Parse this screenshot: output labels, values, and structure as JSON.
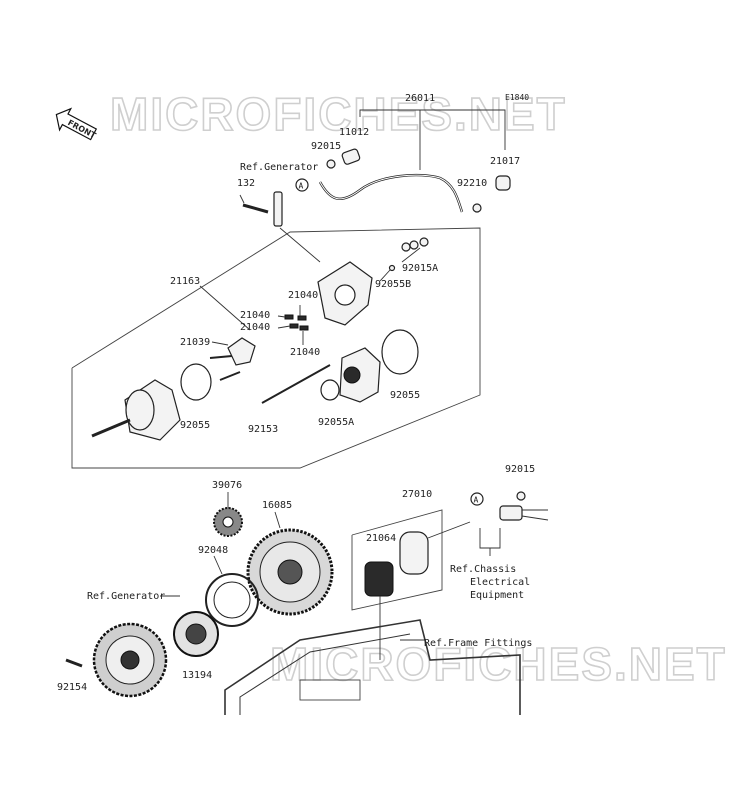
{
  "diagram_code": "E1840",
  "watermark": "MICROFICHES.NET",
  "front_label": "FRONT",
  "callout_letter": "A",
  "labels": {
    "p26011": "26011",
    "p11012": "11012",
    "p92015_top": "92015",
    "p21017": "21017",
    "p92210": "92210",
    "ref_generator_top": "Ref.Generator",
    "p132": "132",
    "p92015A": "92015A",
    "p92055B": "92055B",
    "p21163": "21163",
    "p21040_a": "21040",
    "p21040_b": "21040",
    "p21040_c": "21040",
    "p21040_d": "21040",
    "p21039": "21039",
    "p92055_right": "92055",
    "p92055_left": "92055",
    "p92153": "92153",
    "p92055A": "92055A",
    "p92015_right": "92015",
    "p27010": "27010",
    "p39076": "39076",
    "p16085": "16085",
    "p21064": "21064",
    "p92048": "92048",
    "ref_chassis_1": "Ref.Chassis",
    "ref_chassis_2": "Electrical",
    "ref_chassis_3": "Equipment",
    "ref_generator_bottom": "Ref.Generator",
    "ref_frame": "Ref.Frame Fittings",
    "p13194": "13194",
    "p92154": "92154"
  }
}
